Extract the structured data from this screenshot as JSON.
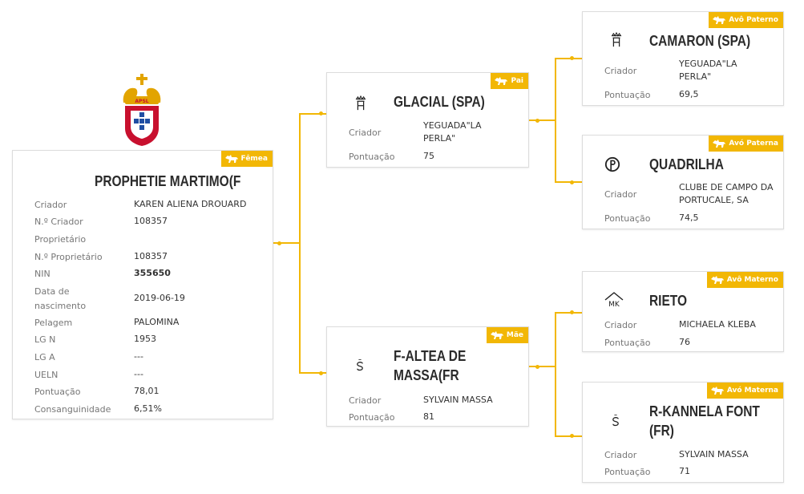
{
  "main": {
    "badge": "Fêmea",
    "name": "PROPHETIE MARTIMO(F",
    "crest_text": "APSL",
    "fields": [
      {
        "label": "Criador",
        "value": "KAREN ALIENA DROUARD"
      },
      {
        "label": "N.º Criador",
        "value": "108357"
      },
      {
        "label": "Proprietário",
        "value": ""
      },
      {
        "label": "N.º Proprietário",
        "value": "108357"
      },
      {
        "label": "NIN",
        "value": "355650"
      },
      {
        "label": "Data de nascimento",
        "value": "2019-06-19"
      },
      {
        "label": "Pelagem",
        "value": "PALOMINA"
      },
      {
        "label": "LG N",
        "value": "1953"
      },
      {
        "label": "LG A",
        "value": "---"
      },
      {
        "label": "UELN",
        "value": "---"
      },
      {
        "label": "Pontuação",
        "value": "78,01"
      },
      {
        "label": "Consanguinidade",
        "value": "6,51%"
      }
    ]
  },
  "father": {
    "badge": "Pai",
    "name": "GLACIAL (SPA)",
    "icon": "stud-brand-crown-icon",
    "criador_label": "Criador",
    "criador": "YEGUADA\"LA PERLA\"",
    "pontuacao_label": "Pontuação",
    "pontuacao": "75"
  },
  "mother": {
    "badge": "Mãe",
    "name": "F-ALTEA DE MASSA(FR",
    "icon": "stud-brand-s-icon",
    "criador_label": "Criador",
    "criador": "SYLVAIN MASSA",
    "pontuacao_label": "Pontuação",
    "pontuacao": "81"
  },
  "pgf": {
    "badge": "Avô Paterno",
    "name": "CAMARON (SPA)",
    "icon": "stud-brand-crown-icon",
    "criador_label": "Criador",
    "criador": "YEGUADA\"LA PERLA\"",
    "pontuacao_label": "Pontuação",
    "pontuacao": "69,5"
  },
  "pgm": {
    "badge": "Avó Paterna",
    "name": "QUADRILHA",
    "icon": "stud-brand-p-icon",
    "criador_label": "Criador",
    "criador": "CLUBE DE CAMPO DA PORTUCALE, SA",
    "pontuacao_label": "Pontuação",
    "pontuacao": "74,5"
  },
  "mgf": {
    "badge": "Avô Materno",
    "name": "RIETO",
    "icon": "stud-brand-mk-icon",
    "icon_text": "MK",
    "criador_label": "Criador",
    "criador": "MICHAELA KLEBA",
    "pontuacao_label": "Pontuação",
    "pontuacao": "76"
  },
  "mgm": {
    "badge": "Avó Materna",
    "name": "R-KANNELA FONT (FR)",
    "icon": "stud-brand-s-icon",
    "criador_label": "Criador",
    "criador": "SYLVAIN MASSA",
    "pontuacao_label": "Pontuação",
    "pontuacao": "71"
  },
  "colors": {
    "accent": "#f2b705",
    "crest_red": "#c8102e",
    "crest_blue": "#1f4ea3",
    "crest_gold": "#e2a400"
  }
}
